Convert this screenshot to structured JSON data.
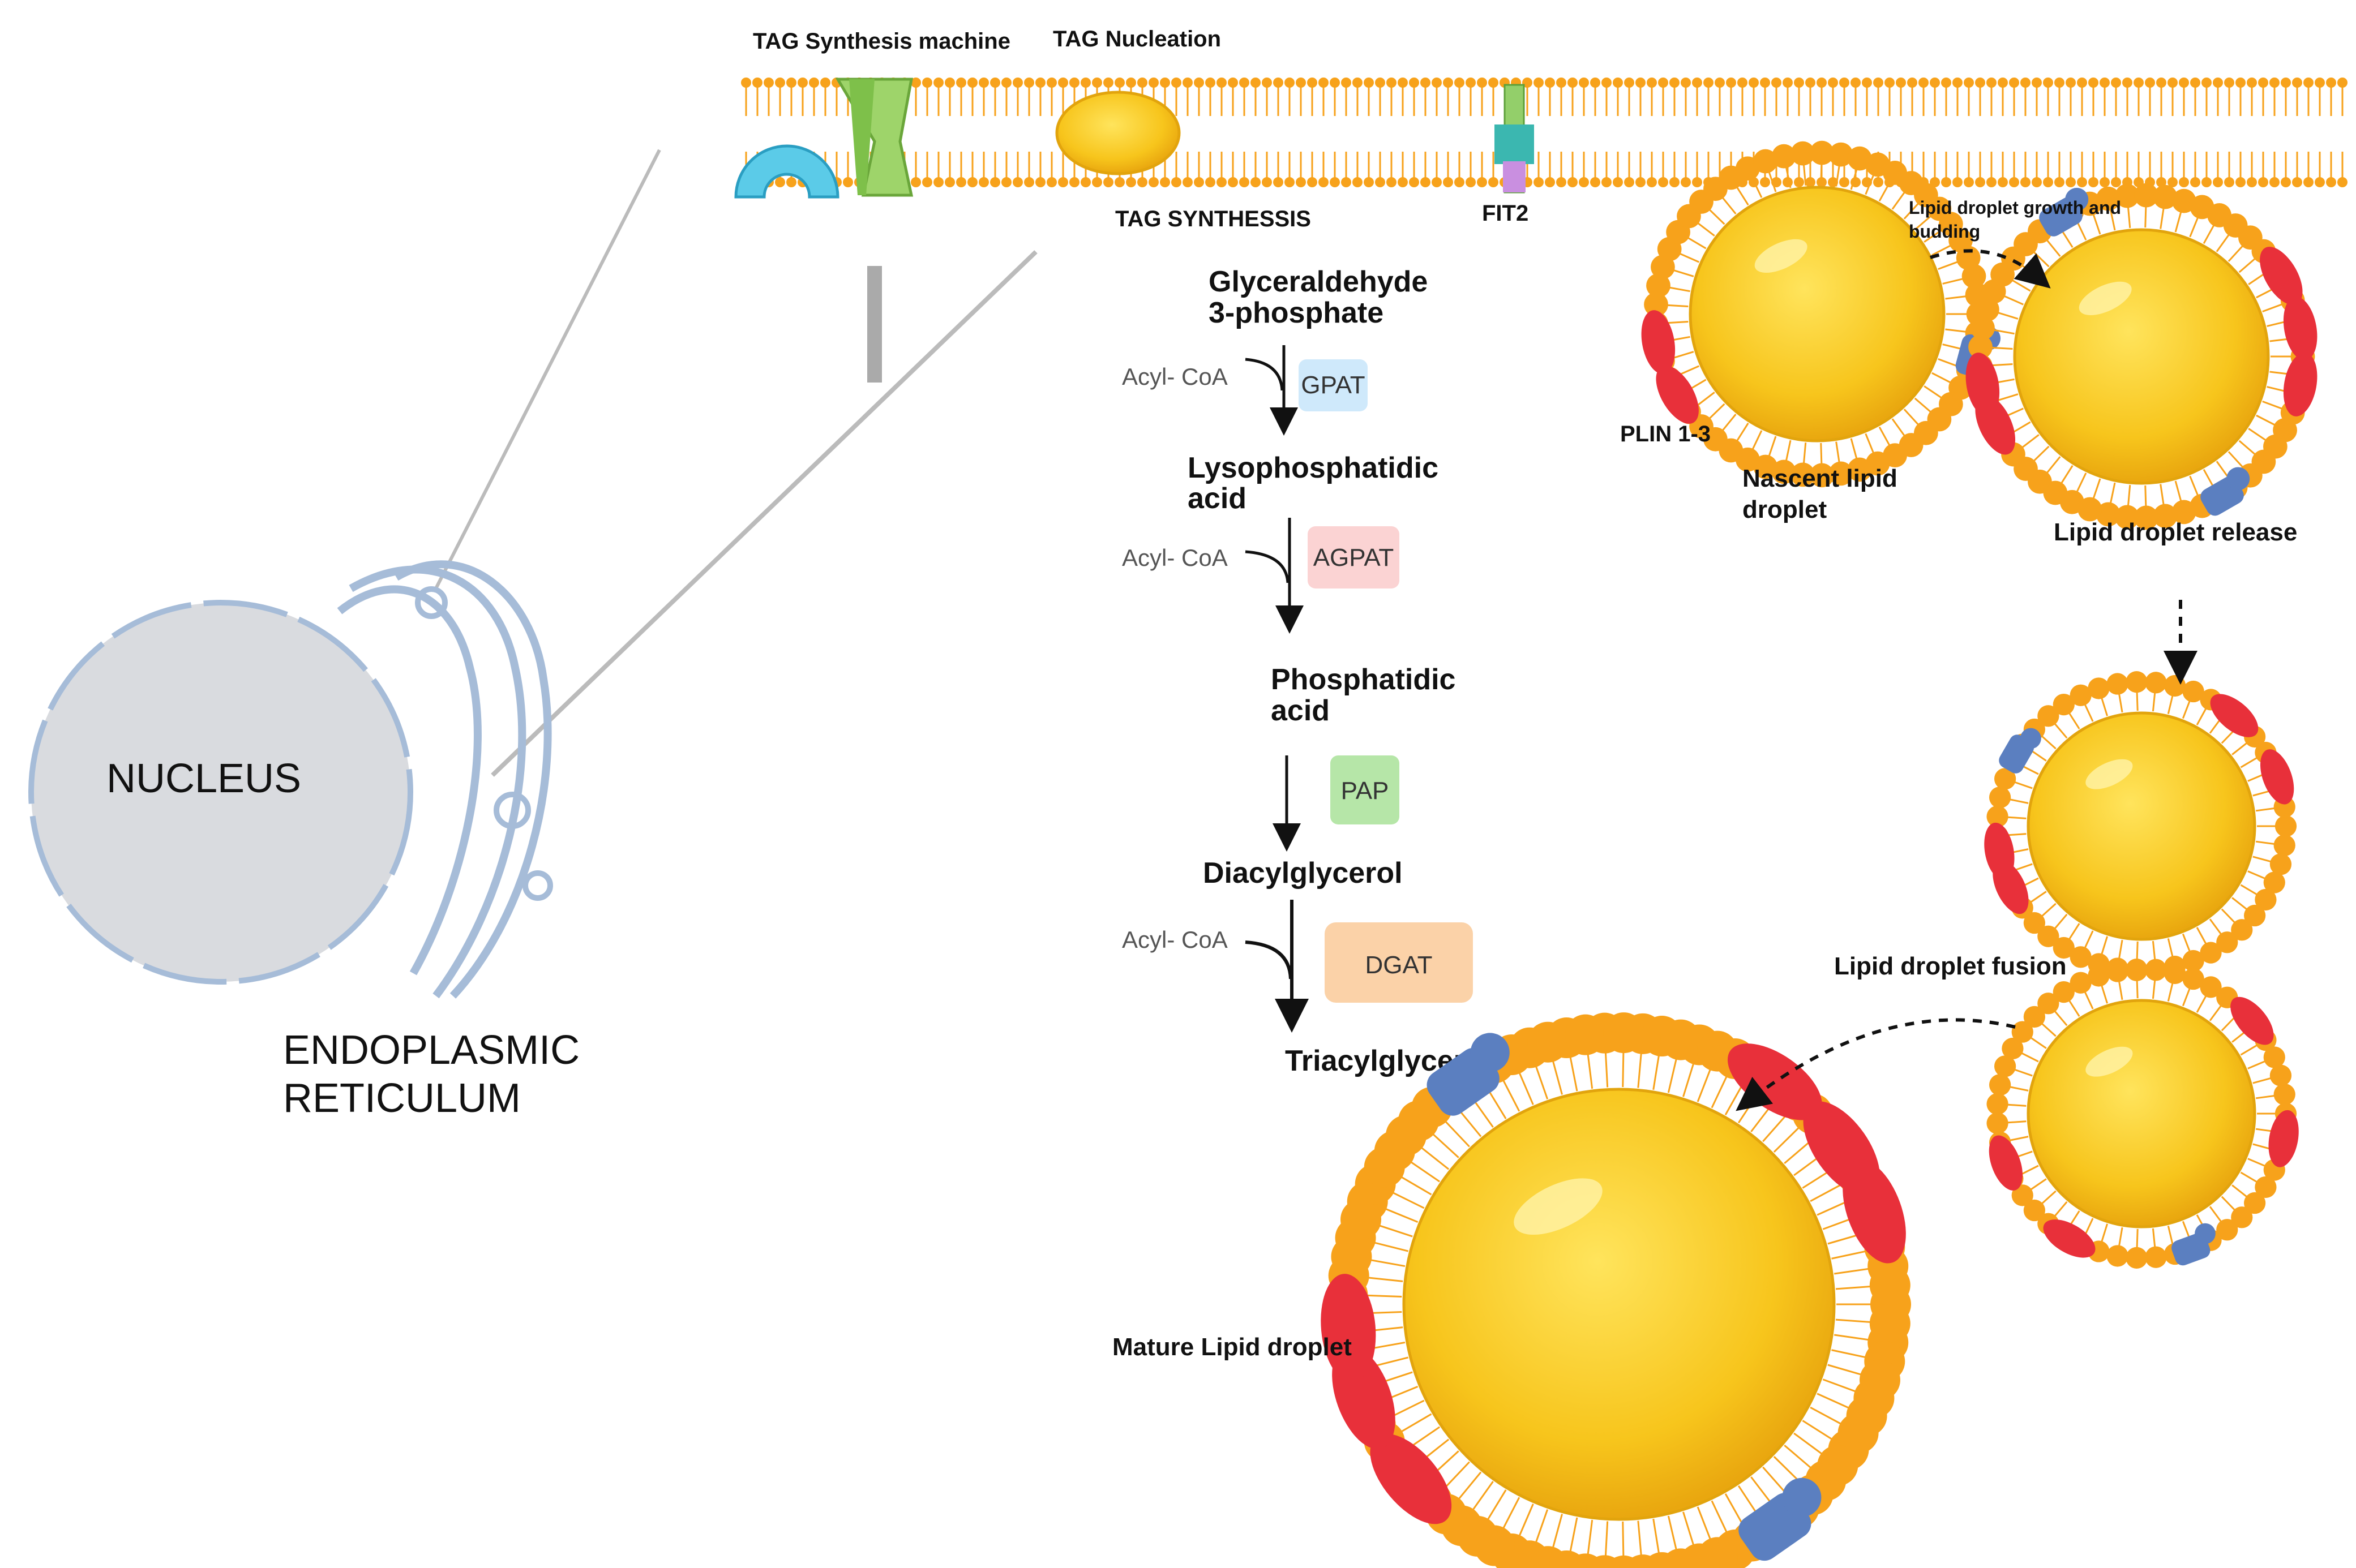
{
  "labels": {
    "nucleus": "NUCLEUS",
    "er_line1": "ENDOPLASMIC",
    "er_line2": "RETICULUM",
    "tag_synthesis_machine": "TAG Synthesis machine",
    "tag_nucleation": "TAG Nucleation",
    "tag_synthessis": "TAG SYNTHESSIS",
    "fit2": "FIT2",
    "plin": "PLIN 1-3",
    "nascent_line1": "Nascent lipid",
    "nascent_line2": "droplet",
    "growth_line1": "Lipid droplet growth  and",
    "growth_line2": "budding",
    "release": "Lipid droplet release",
    "fusion": "Lipid droplet fusion",
    "mature": "Mature Lipid droplet"
  },
  "pathway": {
    "g3p_line1": "Glyceraldehyde",
    "g3p_line2": "3-phosphate",
    "lpa_line1": "Lysophosphatidic",
    "lpa_line2": "acid",
    "pa_line1": "Phosphatidic",
    "pa_line2": "acid",
    "dag": "Diacylglycerol",
    "tag": "Triacylglycerol",
    "acyl_coa": "Acyl- CoA",
    "enzymes": [
      "GPAT",
      "AGPAT",
      "PAP",
      "DGAT"
    ]
  },
  "colors": {
    "lipid_yellow": "#f5c518",
    "head_orange": "#f7a21b",
    "perilipin_red": "#e8303a",
    "protein_blue": "#5b7fc0",
    "nucleus_grey": "#d9dbdf",
    "er_outline": "#a6bcd8",
    "gpat_bg": "#cfe9fb",
    "agpat_bg": "#fbd3d3",
    "pap_bg": "#b6e6a8",
    "dgat_bg": "#fbd2a8"
  }
}
